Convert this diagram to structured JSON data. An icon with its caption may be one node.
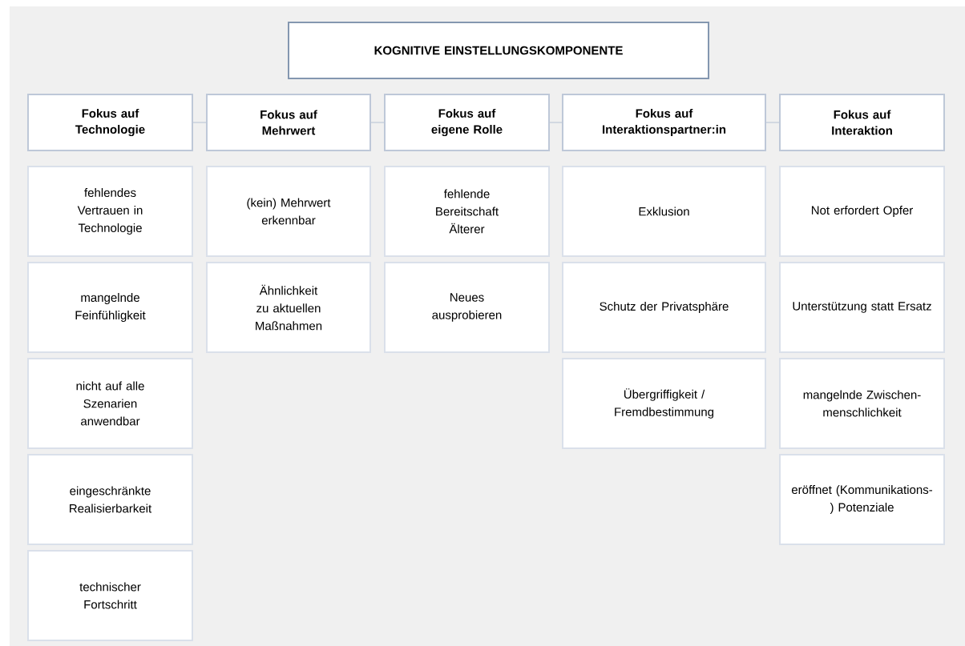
{
  "diagram": {
    "nodes": [
      {
        "text": [
          "KOGNITIVE EINSTELLUNGSKOMPONENTE"
        ]
      },
      {
        "text": [
          "Fokus auf Technologie"
        ]
      },
      {
        "text": [
          "Fokus auf Mehrwert"
        ]
      },
      {
        "text": [
          "Fokus auf eigene Rolle"
        ]
      },
      {
        "text": [
          "Fokus auf Interaktionspartner:in"
        ]
      },
      {
        "text": [
          "Fokus auf Interaktion"
        ]
      },
      {
        "text": [
          "fehlendes Vertrauen in Technologie"
        ]
      },
      {
        "text": [
          "mangelnde Feinfühligkeit"
        ]
      },
      {
        "text": [
          "nicht auf alle Szenarien anwendbar"
        ]
      },
      {
        "text": [
          "eingeschränkte Realisierbarkeit"
        ]
      },
      {
        "text": [
          "technischer Fortschritt"
        ]
      },
      {
        "text": [
          "(kein) Mehrwert erkennbar"
        ]
      },
      {
        "text": [
          "Ähnlichkeit zu aktuellen Maßnahmen"
        ]
      },
      {
        "text": [
          "fehlende Bereitschaft Älterer"
        ]
      },
      {
        "text": [
          "Neues ausprobieren"
        ]
      },
      {
        "text": [
          "Exklusion"
        ]
      },
      {
        "text": [
          "Schutz der Privatsphäre"
        ]
      },
      {
        "text": [
          "Übergriffigkeit / Fremdbestimmung"
        ]
      },
      {
        "text": [
          "Not erfordert Opfer"
        ]
      },
      {
        "text": [
          "Unterstützung statt Ersatz"
        ]
      },
      {
        "text": [
          "mangelnde Zwischen- menschlichkeit"
        ]
      },
      {
        "text": [
          "eröffnet (Kommunikations-) Potenziale"
        ]
      }
    ],
    "edges": [
      {
        "from": 1,
        "to": 2,
        "arrow": "none"
      },
      {
        "from": 2,
        "to": 3,
        "arrow": "none"
      },
      {
        "from": 3,
        "to": 4,
        "arrow": "none"
      },
      {
        "from": 4,
        "to": 5,
        "arrow": "none"
      }
    ]
  }
}
